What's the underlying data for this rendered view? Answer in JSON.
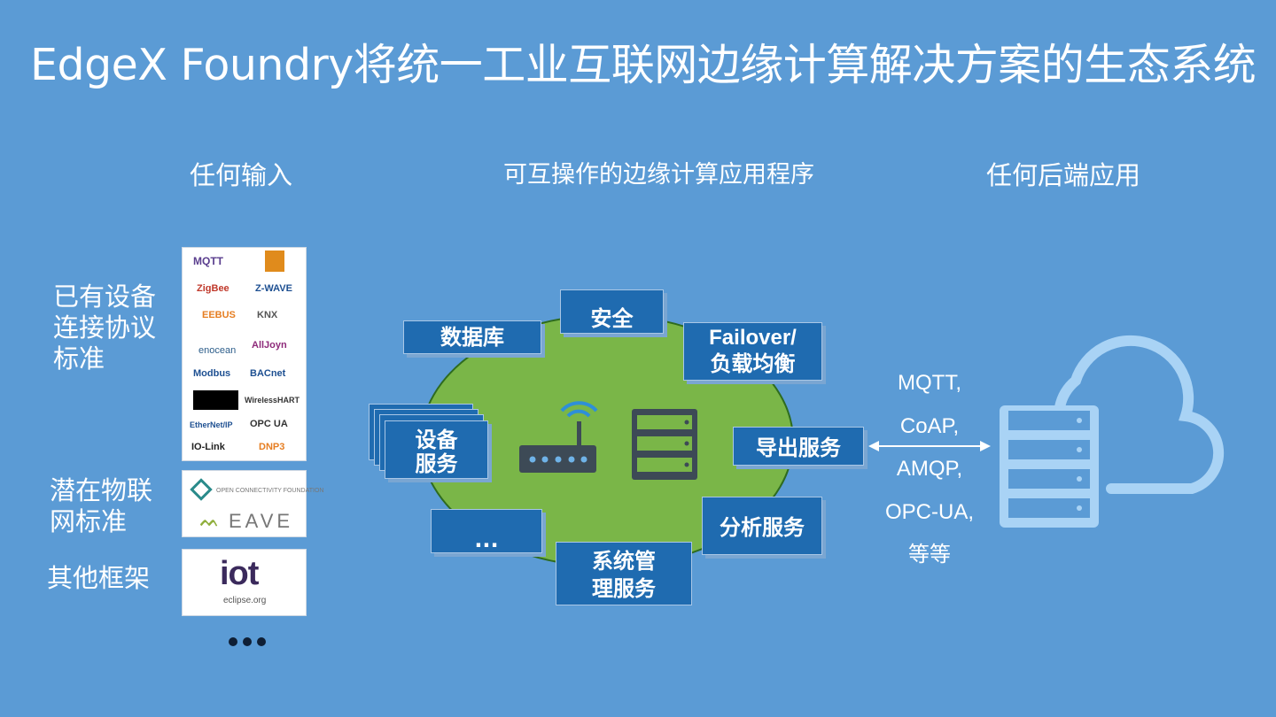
{
  "title": "EdgeX Foundry将统一工业互联网边缘计算解决方案的生态系统",
  "columns": {
    "input": "任何输入",
    "middle": "可互操作的边缘计算应用程序",
    "backend": "任何后端应用"
  },
  "left": {
    "existing_label_l1": "已有设备",
    "existing_label_l2": "连接协议",
    "existing_label_l3": "标准",
    "iot_label_l1": "潜在物联",
    "iot_label_l2": "网标准",
    "other_label": "其他框架",
    "protocol_logos": [
      "MQTT",
      "ZigBee",
      "Z-WAVE",
      "EEBUS",
      "KNX",
      "enocean",
      "AllJoyn",
      "Modbus",
      "BACnet",
      "WirelessHART",
      "EtherNet/IP",
      "OPC UA",
      "IO-Link",
      "DNP3"
    ],
    "iot_logos": [
      "OPEN CONNECTIVITY FOUNDATION",
      "EAVE"
    ],
    "framework_logo": "iot",
    "framework_logo_sub": "eclipse.org"
  },
  "middle_boxes": {
    "database": "数据库",
    "security": "安全",
    "failover_l1": "Failover/",
    "failover_l2": "负载均衡",
    "device_l1": "设备",
    "device_l2": "服务",
    "export": "导出服务",
    "ellipsis": "...",
    "analytics": "分析服务",
    "sysmgmt_l1": "系统管",
    "sysmgmt_l2": "理服务"
  },
  "protocols": [
    "MQTT,",
    "CoAP,",
    "AMQP,",
    "OPC-UA,",
    "等等"
  ],
  "colors": {
    "background": "#5b9bd5",
    "ellipse": "#7ab648",
    "box": "#1f6bb0",
    "cloud": "#a9d3f5"
  }
}
